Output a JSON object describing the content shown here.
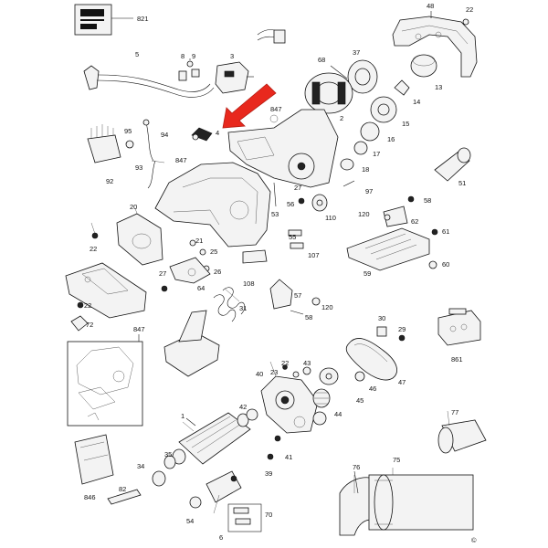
{
  "diagram": {
    "labels": [
      "821",
      "48",
      "22",
      "5",
      "8",
      "9",
      "3",
      "68",
      "37",
      "13",
      "14",
      "4",
      "95",
      "94",
      "2",
      "847",
      "15",
      "16",
      "17",
      "18",
      "847",
      "93",
      "92",
      "27",
      "56",
      "97",
      "51",
      "58",
      "20",
      "53",
      "110",
      "120",
      "62",
      "22",
      "21",
      "25",
      "55",
      "107",
      "61",
      "26",
      "27",
      "64",
      "108",
      "59",
      "60",
      "57",
      "120",
      "31",
      "58",
      "22",
      "72",
      "847",
      "30",
      "29",
      "861",
      "22",
      "43",
      "23",
      "40",
      "42",
      "46",
      "47",
      "45",
      "44",
      "1",
      "41",
      "77",
      "35",
      "39",
      "34",
      "846",
      "82",
      "75",
      "76",
      "54",
      "6",
      "70"
    ],
    "highlight_arrow_color": "#e8281d",
    "copyright_symbol": "©"
  }
}
